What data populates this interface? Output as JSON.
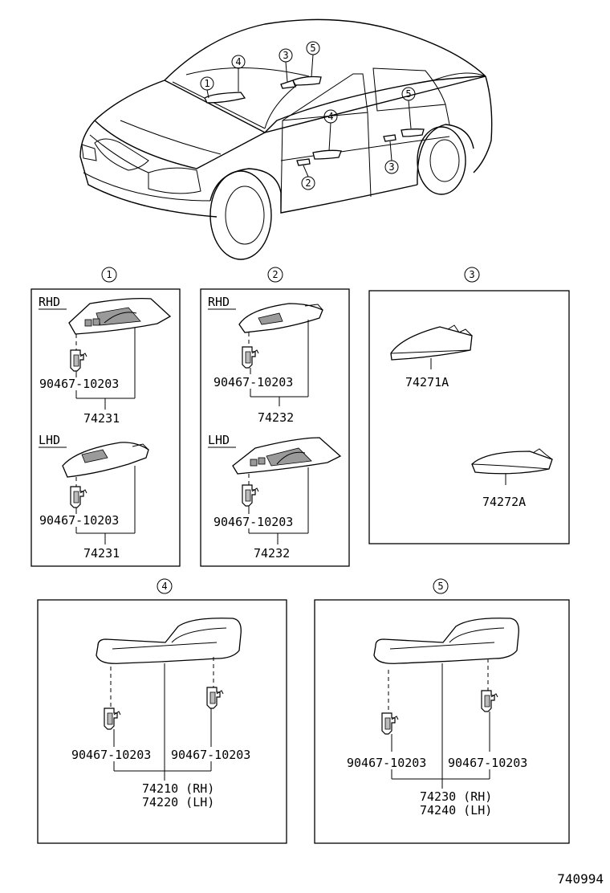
{
  "figure_code": "740994",
  "callouts": [
    "1",
    "2",
    "3",
    "4",
    "5"
  ],
  "panel1": {
    "callout": "1",
    "rhd": {
      "label": "RHD",
      "clip": "90467-10203",
      "part": "74231"
    },
    "lhd": {
      "label": "LHD",
      "clip": "90467-10203",
      "part": "74231"
    }
  },
  "panel2": {
    "callout": "2",
    "rhd": {
      "label": "RHD",
      "clip": "90467-10203",
      "part": "74232"
    },
    "lhd": {
      "label": "LHD",
      "clip": "90467-10203",
      "part": "74232"
    }
  },
  "panel3": {
    "callout": "3",
    "part_a": "74271A",
    "part_b": "74272A"
  },
  "panel4": {
    "callout": "4",
    "clip_left": "90467-10203",
    "clip_right": "90467-10203",
    "part_rh": "74210 (RH)",
    "part_lh": "74220 (LH)"
  },
  "panel5": {
    "callout": "5",
    "clip_left": "90467-10203",
    "clip_right": "90467-10203",
    "part_rh": "74230 (RH)",
    "part_lh": "74240 (LH)"
  }
}
